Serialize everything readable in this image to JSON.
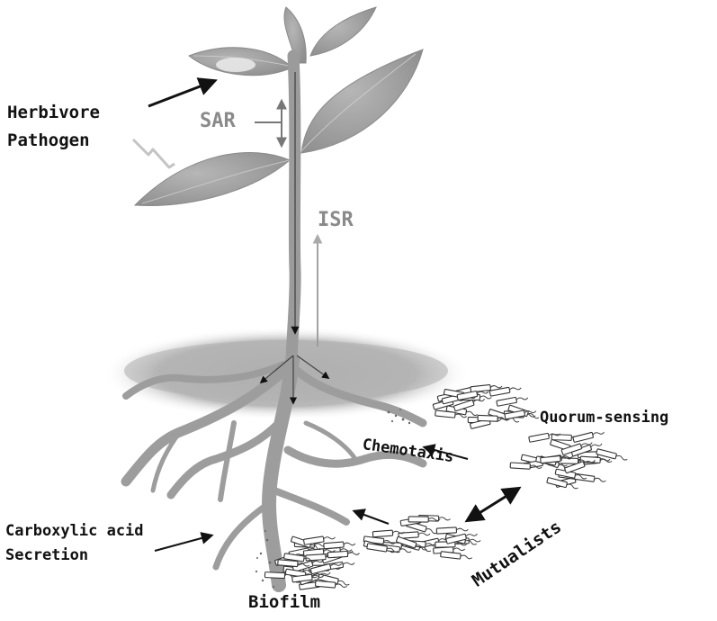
{
  "labels": {
    "herbivore": "Herbivore",
    "pathogen": "Pathogen",
    "sar": "SAR",
    "isr": "ISR",
    "quorum_sensing": "Quorum-sensing",
    "chemotaxis": "Chemotaxis",
    "carboxylic_acid": "Carboxylic acid",
    "secretion": "Secretion",
    "biofilm": "Biofilm",
    "mutualists": "Mutualists"
  },
  "colors": {
    "plant": "#a8a8a8",
    "plant_dark": "#7a7a7a",
    "soil": "#bdbdbd",
    "text": "#111111",
    "signal_text": "#8a8a8a"
  }
}
